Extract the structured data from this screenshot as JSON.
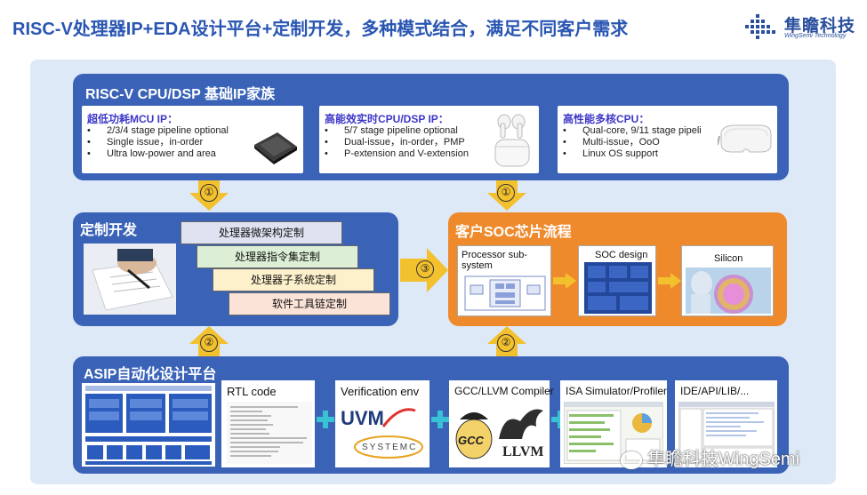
{
  "header": {
    "title": "RISC-V处理器IP+EDA设计平台+定制开发，多种模式结合，满足不同客户需求",
    "logo_cn": "隼瞻科技",
    "logo_en": "WingSemi Technology"
  },
  "ip_family": {
    "title": "RISC-V CPU/DSP 基础IP家族",
    "cards": [
      {
        "title": "超低功耗MCU IP：",
        "bullets": [
          "2/3/4 stage pipeline optional",
          "Single issue，in-order",
          "Ultra low-power and area"
        ]
      },
      {
        "title": "高能效实时CPU/DSP IP：",
        "bullets": [
          "5/7 stage pipeline optional",
          "Dual-issue，in-order，PMP",
          "P-extension and V-extension"
        ]
      },
      {
        "title": "高性能多核CPU：",
        "bullets": [
          "Qual-core, 9/11 stage pipeli",
          "Multi-issue，OoO",
          "Linux OS support"
        ]
      }
    ]
  },
  "custom_dev": {
    "title": "定制开发",
    "items": [
      "处理器微架构定制",
      "处理器指令集定制",
      "处理器子系统定制",
      "软件工具链定制"
    ],
    "colors": [
      "#dfe3f1",
      "#dcefd6",
      "#fdf1cc",
      "#fce3d8"
    ]
  },
  "soc_flow": {
    "title": "客户SOC芯片流程",
    "steps": [
      "Processor sub-system",
      "SOC design",
      "Silicon"
    ]
  },
  "asip": {
    "title": "ASIP自动化设计平台",
    "tools": [
      "RTL code",
      "Verification env",
      "GCC/LLVM Compiler",
      "ISA Simulator/Profiler",
      "IDE/API/LIB/..."
    ],
    "uvm_label": "UVM",
    "systemc_label": "SYSTEMC",
    "gcc_label": "GCC",
    "llvm_label": "LLVM"
  },
  "markers": {
    "one": "①",
    "two": "②",
    "three": "③"
  },
  "watermark": "隼瞻科技WingSemi",
  "colors": {
    "section_blue": "#3a63b8",
    "soc_orange": "#ef8a2c",
    "arrow_yellow": "#f3c12e",
    "title_blue": "#2956b2",
    "plus_cyan": "#38c2d4"
  }
}
